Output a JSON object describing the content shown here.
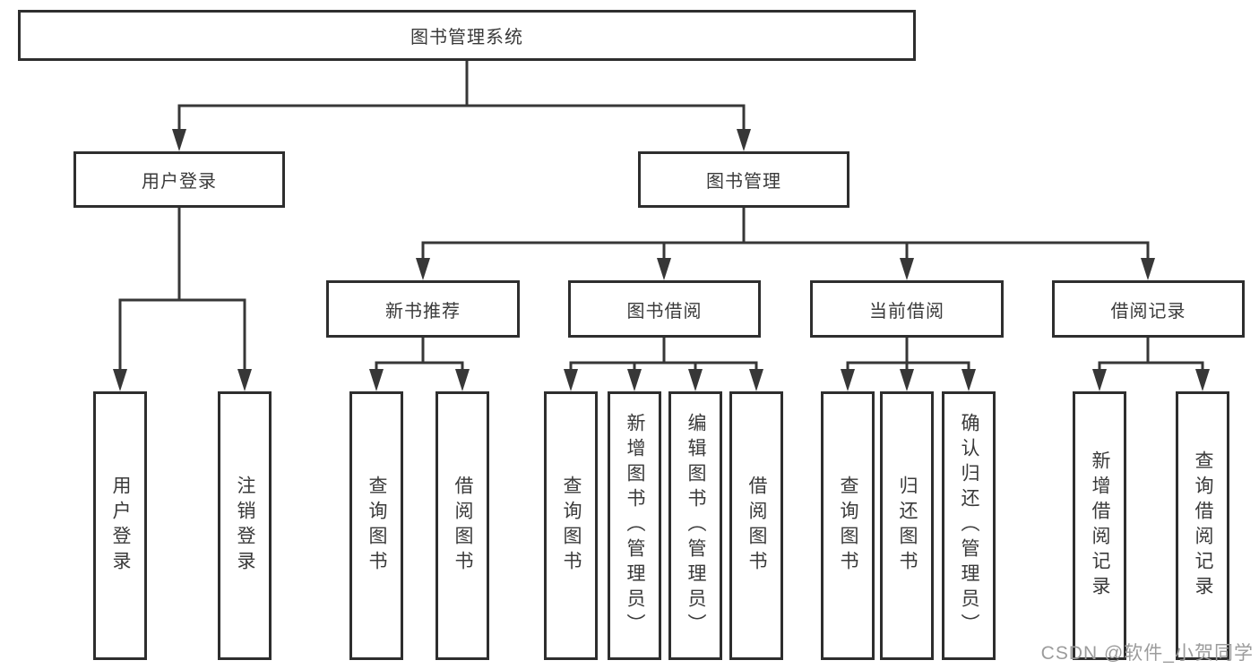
{
  "diagram_type": "tree",
  "colors": {
    "line": "#373737",
    "box_border": "#2e2e2e",
    "text": "#3a3a3a",
    "background": "#ffffff",
    "watermark": "#9c9c9c"
  },
  "tree": {
    "root": {
      "label": "图书管理系统",
      "children": [
        {
          "label": "用户登录",
          "children": [
            {
              "label": "用户登录"
            },
            {
              "label": "注销登录"
            }
          ]
        },
        {
          "label": "图书管理",
          "children": [
            {
              "label": "新书推荐",
              "children": [
                {
                  "label": "查询图书"
                },
                {
                  "label": "借阅图书"
                }
              ]
            },
            {
              "label": "图书借阅",
              "children": [
                {
                  "label": "查询图书"
                },
                {
                  "label": "新增图书（管理员）"
                },
                {
                  "label": "编辑图书（管理员）"
                },
                {
                  "label": "借阅图书"
                }
              ]
            },
            {
              "label": "当前借阅",
              "children": [
                {
                  "label": "查询图书"
                },
                {
                  "label": "归还图书"
                },
                {
                  "label": "确认归还（管理员）"
                }
              ]
            },
            {
              "label": "借阅记录",
              "children": [
                {
                  "label": "新增借阅记录"
                },
                {
                  "label": "查询借阅记录"
                }
              ]
            }
          ]
        }
      ]
    }
  },
  "watermark": {
    "text": "CSDN @软件_小贺同学"
  }
}
